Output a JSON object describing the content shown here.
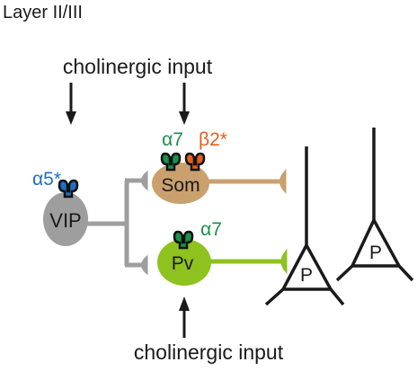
{
  "layer_title": "Layer II/III",
  "inputs": {
    "top": "cholinergic input",
    "bottom": "cholinergic input"
  },
  "cells": {
    "vip": {
      "label": "VIP",
      "receptor": "α5*",
      "color": "#9e9e9e"
    },
    "som": {
      "label": "Som",
      "receptors": [
        "α7",
        "β2*"
      ],
      "color": "#c9a06e"
    },
    "pv": {
      "label": "Pv",
      "receptor": "α7",
      "color": "#8ec21f"
    },
    "pyramidal_1": {
      "label": "P"
    },
    "pyramidal_2": {
      "label": "P"
    }
  },
  "colors": {
    "alpha7": "#17924c",
    "beta2": "#e4601d",
    "alpha5": "#1f6fc0",
    "vip_axon": "#9e9e9e",
    "som_axon": "#c9a06e",
    "pv_axon": "#8ec21f",
    "text": "#1a1a1a"
  }
}
